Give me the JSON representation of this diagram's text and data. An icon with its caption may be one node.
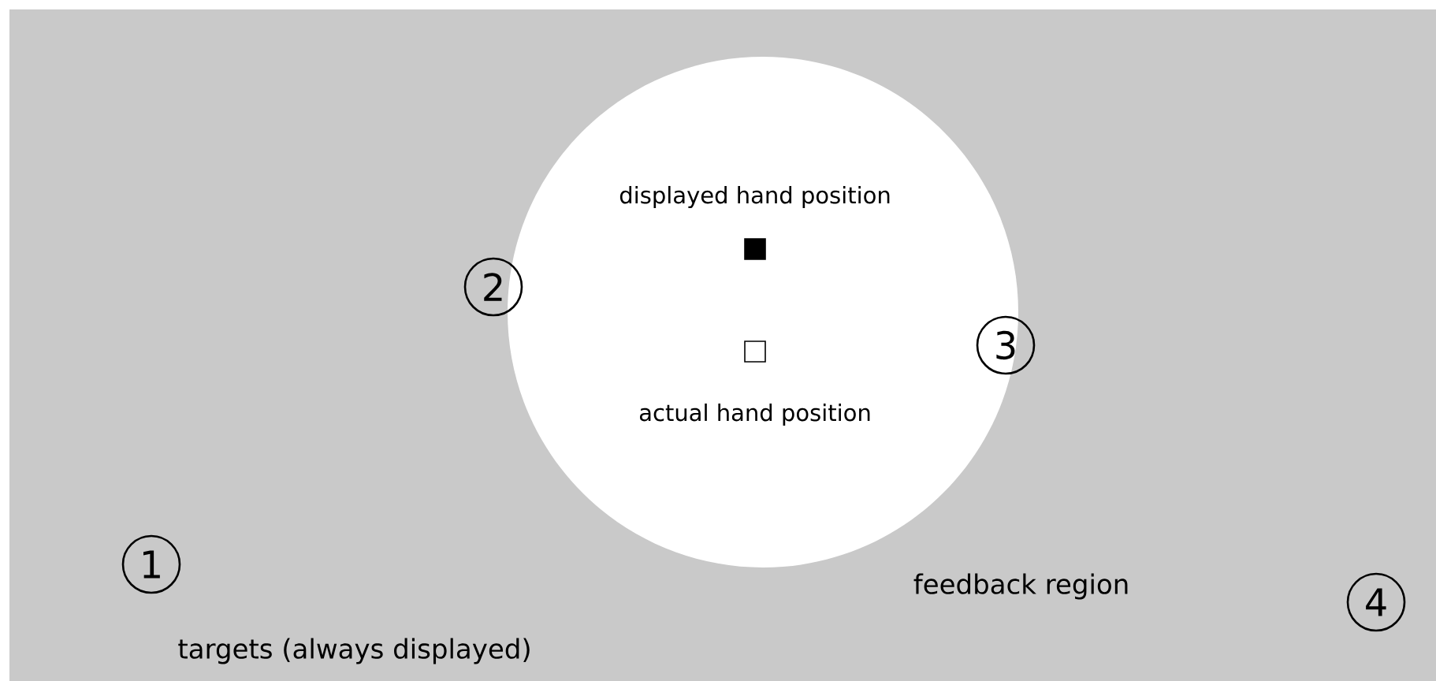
{
  "diagram": {
    "nodes": [
      {
        "text": [],
        "shape": "circle",
        "beside": [
          "feedback region"
        ]
      },
      {
        "text": [],
        "shape": "box",
        "in": 0,
        "beside": [
          "displayed hand position"
        ]
      },
      {
        "text": [],
        "shape": "box",
        "in": 0,
        "beside": [
          "actual hand position"
        ]
      },
      {
        "text": [
          "2"
        ]
      },
      {
        "text": [
          "3"
        ]
      },
      {
        "text": [
          "1"
        ]
      },
      {
        "text": [
          "4"
        ]
      }
    ],
    "labels": [
      "targets (always displayed)"
    ]
  }
}
